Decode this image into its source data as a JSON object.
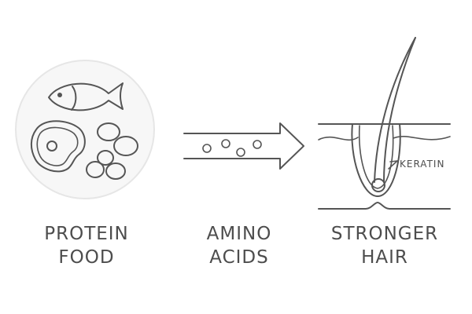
{
  "steps": [
    {
      "line1": "PROTEIN",
      "line2": "FOOD"
    },
    {
      "line1": "AMINO",
      "line2": "ACIDS"
    },
    {
      "line1": "STRONGER",
      "line2": "HAIR"
    }
  ],
  "annotations": {
    "keratin": "KERATIN"
  },
  "icons": {
    "food": "protein-food-icon",
    "arrow": "right-arrow-icon",
    "hair": "hair-follicle-icon"
  },
  "colors": {
    "stroke": "#555555",
    "circle_fill": "#f7f7f7",
    "circle_border": "#e6e6e6"
  }
}
